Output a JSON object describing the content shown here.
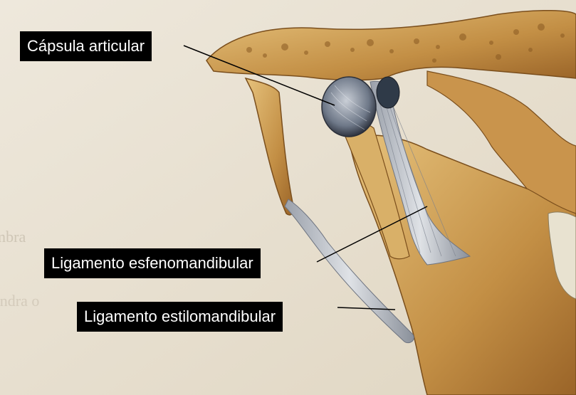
{
  "labels": {
    "capsula": "Cápsula articular",
    "esfenomandibular": "Ligamento esfenomandibular",
    "estilomandibular": "Ligamento estilomandibular"
  },
  "colors": {
    "background": "#e9e2d4",
    "bone": "#c89a50",
    "bone_light": "#e0bd78",
    "bone_dark": "#8a5a22",
    "ligament": "#b8bcc4",
    "capsule": "#7a8494",
    "label_bg": "#000000",
    "label_text": "#ffffff"
  }
}
